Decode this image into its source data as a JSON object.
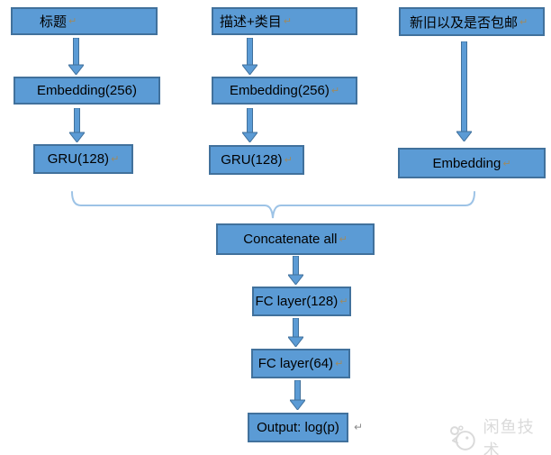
{
  "colors": {
    "node_fill": "#5b9bd5",
    "node_border": "#41719c",
    "arrow_fill": "#5b9bd5",
    "arrow_border": "#41719c",
    "brace": "#9dc3e6",
    "text": "#000000",
    "paragraph_mark": "#9e8a62",
    "watermark": "#dadada"
  },
  "marks": {
    "paragraph_mark": "↵"
  },
  "nodes": {
    "title_input": {
      "label": "标题"
    },
    "desc_input": {
      "label": "描述+类目"
    },
    "attrs_input": {
      "label": "新旧以及是否包邮"
    },
    "title_embedding": {
      "label": "Embedding(256)"
    },
    "desc_embedding": {
      "label": "Embedding(256)"
    },
    "title_gru": {
      "label": "GRU(128)"
    },
    "desc_gru": {
      "label": "GRU(128)"
    },
    "attrs_embedding": {
      "label": "Embedding"
    },
    "concat": {
      "label": "Concatenate all"
    },
    "fc1": {
      "label": "FC layer(128)"
    },
    "fc2": {
      "label": "FC layer(64)"
    },
    "output": {
      "label": "Output: log(p)"
    }
  },
  "watermark": {
    "text": "闲鱼技术",
    "icon": "fish-icon"
  }
}
